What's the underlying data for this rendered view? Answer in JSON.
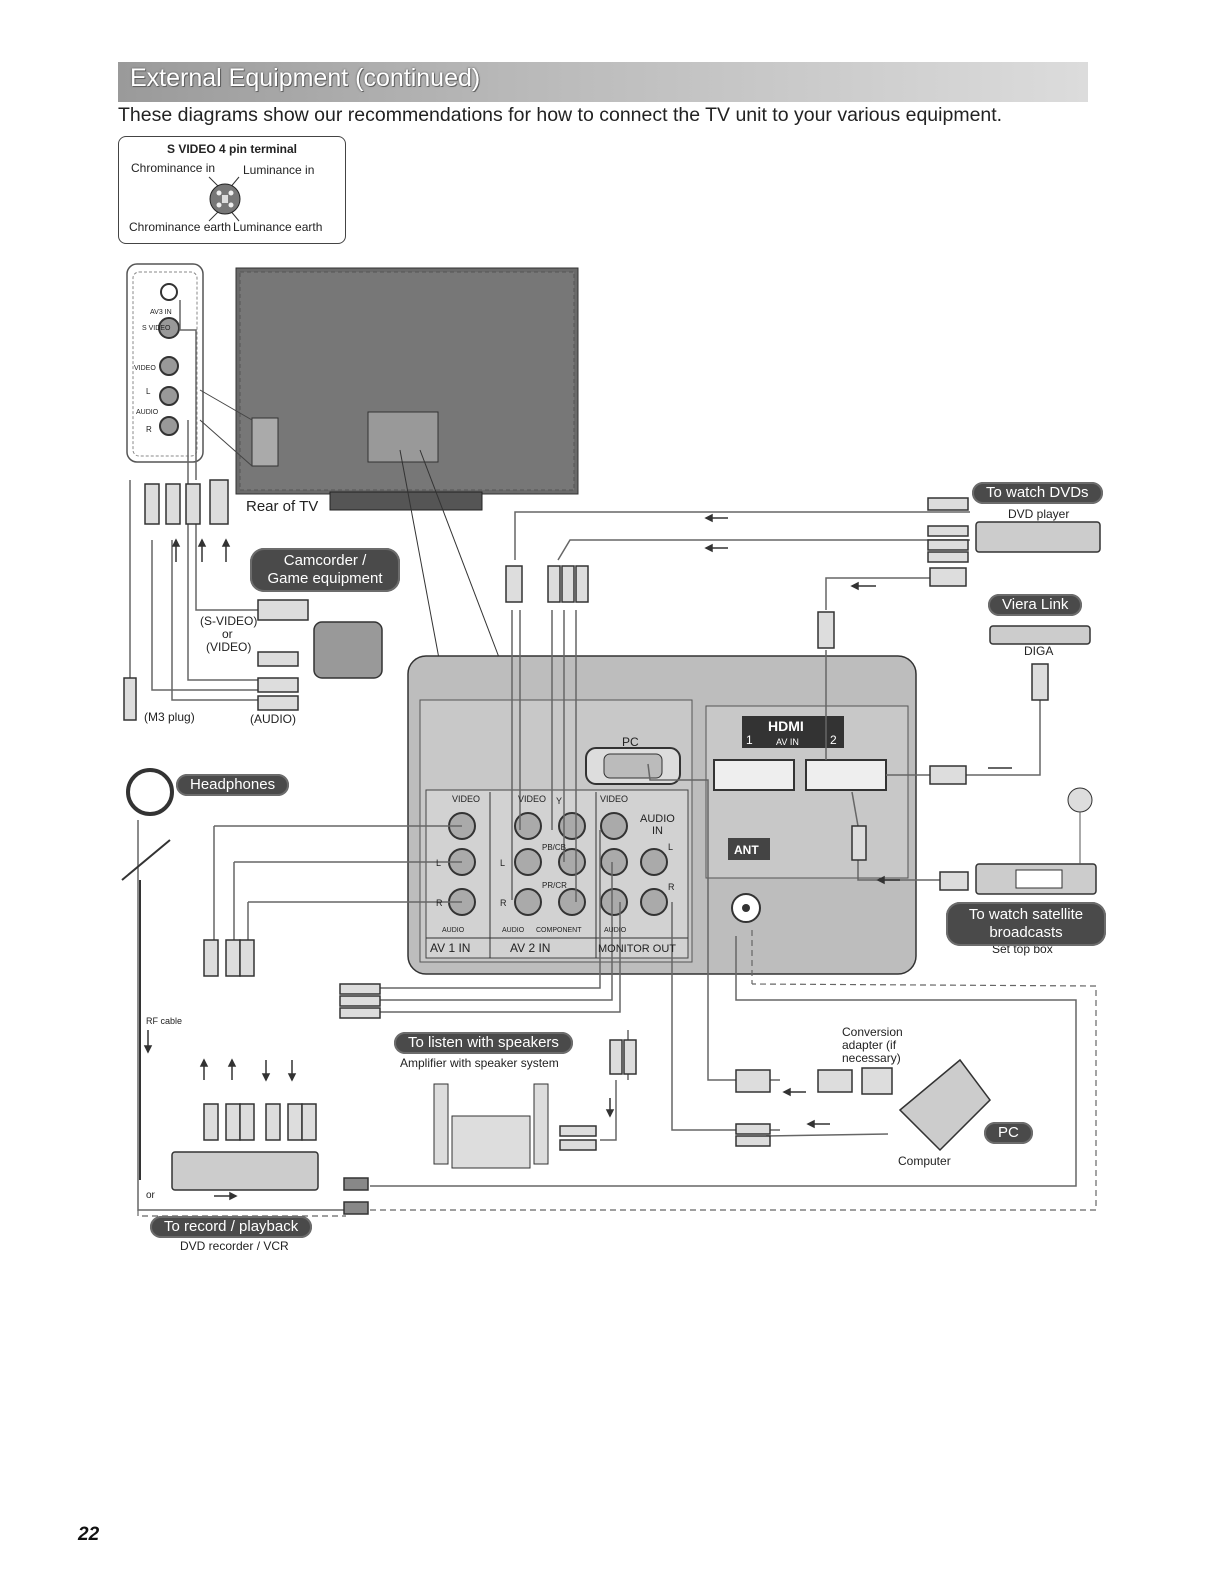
{
  "header": {
    "title": "External Equipment (continued)",
    "intro": "These diagrams show our recommendations for how to connect the TV unit to your various equipment."
  },
  "svideo_box": {
    "title": "S VIDEO 4 pin terminal",
    "chrominance_in": "Chrominance in",
    "luminance_in": "Luminance in",
    "chrominance_earth": "Chrominance earth",
    "luminance_earth": "Luminance earth"
  },
  "side_panel": {
    "av3_in": "AV3 IN",
    "s_video": "S VIDEO",
    "video": "VIDEO",
    "l": "L",
    "audio": "AUDIO",
    "r": "R"
  },
  "labels": {
    "rear_of_tv": "Rear of TV",
    "s_video_paren": "(S-VIDEO)",
    "or": "or",
    "video_paren": "(VIDEO)",
    "m3_plug": "(M3 plug)",
    "audio_paren": "(AUDIO)",
    "rf_cable": "RF cable",
    "or_bottom": "or",
    "dvd_player": "DVD player",
    "diga": "DIGA",
    "set_top_box": "Set top box",
    "amplifier": "Amplifier with speaker system",
    "conversion_adapter_1": "Conversion",
    "conversion_adapter_2": "adapter (if",
    "conversion_adapter_3": "necessary)",
    "computer": "Computer",
    "dvd_recorder": "DVD recorder / VCR"
  },
  "pills": {
    "camcorder_1": "Camcorder /",
    "camcorder_2": "Game equipment",
    "headphones": "Headphones",
    "watch_dvds": "To watch DVDs",
    "viera_link": "Viera Link",
    "watch_satellite_1": "To watch satellite",
    "watch_satellite_2": "broadcasts",
    "listen_speakers": "To listen with speakers",
    "pc": "PC",
    "record_playback": "To record / playback"
  },
  "rear_panel": {
    "pc": "PC",
    "hdmi": "HDMI",
    "hdmi_1": "1",
    "hdmi_2": "2",
    "av_in": "AV IN",
    "ant": "ANT",
    "video_1": "VIDEO",
    "video_2": "VIDEO",
    "video_3": "VIDEO",
    "audio_in_1": "AUDIO",
    "audio_in_2": "IN",
    "y": "Y",
    "pb_cb": "PB/CB",
    "pr_cr": "PR/CR",
    "l1": "L",
    "r1": "R",
    "l2": "L",
    "r2": "R",
    "l3": "L",
    "r3": "R",
    "audio_1": "AUDIO",
    "audio_2": "AUDIO",
    "component": "COMPONENT",
    "audio_3": "AUDIO",
    "av1_in": "AV 1 IN",
    "av2_in": "AV 2 IN",
    "monitor_out": "MONITOR OUT"
  },
  "page_number": "22"
}
